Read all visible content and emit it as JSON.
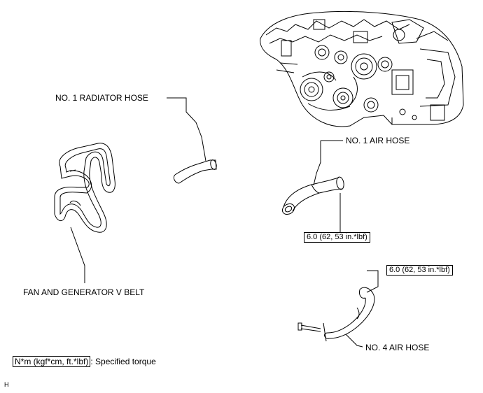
{
  "labels": {
    "radiator_hose": "NO. 1 RADIATOR HOSE",
    "air_hose_1": "NO. 1 AIR HOSE",
    "air_hose_4": "NO. 4 AIR HOSE",
    "v_belt": "FAN AND GENERATOR V BELT"
  },
  "torques": {
    "air_hose_1": "6.0 (62, 53 in.*lbf)",
    "air_hose_4": "6.0 (62, 53 in.*lbf)"
  },
  "legend": {
    "unit": "N*m (kgf*cm, ft.*lbf)",
    "description": ": Specified torque"
  },
  "figure_code": "H"
}
